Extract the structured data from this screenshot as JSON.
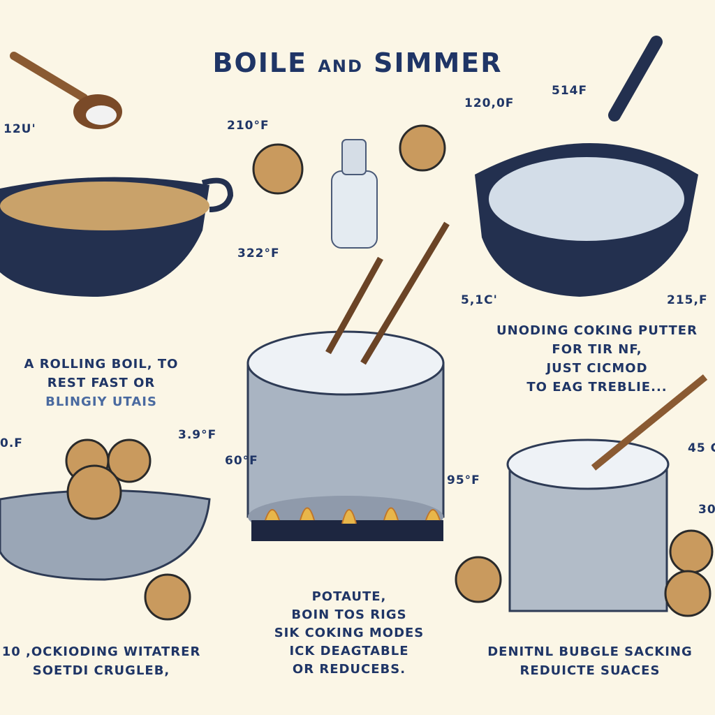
{
  "title": {
    "part1": "BOILE ",
    "part2": "AND",
    "part3": " SIMMER"
  },
  "temperature_labels": [
    "12U'",
    "210°F",
    "120,0F",
    "514F",
    "322°F",
    "5,1C'",
    "215,F",
    "0.F",
    "3.9°F",
    "60°F",
    "95°F",
    "45 C",
    "30"
  ],
  "captions": {
    "rolling_boil": [
      "A ROLLING BOIL, TO",
      "REST FAST OR",
      "BLINGIY UTAIS"
    ],
    "uncoding": [
      "UNODING COKING PUTTER",
      "FOR TIR NF,",
      "JUST CICMOD",
      "TO EAG TREBLIE..."
    ],
    "potaute": [
      "POTAUTE,",
      "BOIN TOS RIGS",
      "SIK COKING MODES",
      "ICK DEAGTABLE",
      "OR REDUCEBS."
    ],
    "ockioding": [
      "10 ,OCKIODING WITATRER",
      "SOETDI CRUGLEB,"
    ],
    "bubgle": [
      "DENITNL BUBGLE SACKING",
      "REDUICTE SUACES"
    ]
  },
  "colors": {
    "ink": "#1f3566",
    "paper": "#fbf6e6",
    "pan": "#23304f",
    "steel": "#a9b4c2",
    "egg": "#c99a5e",
    "flame": "#e8b64a"
  }
}
